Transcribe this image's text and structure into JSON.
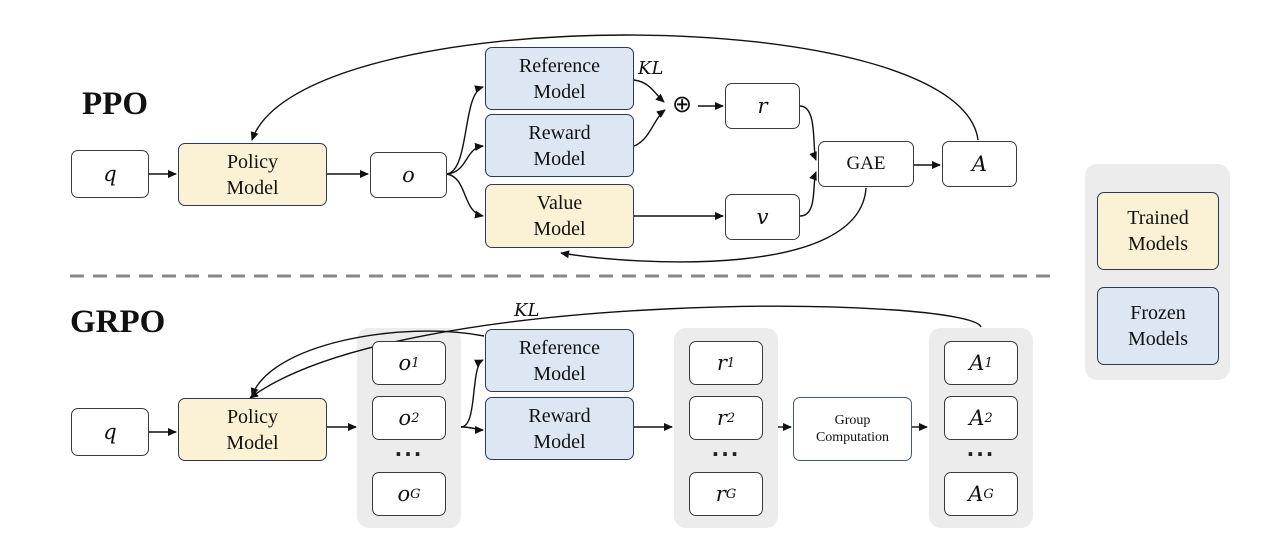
{
  "ppo": {
    "title": "PPO",
    "q": "q",
    "policy": "Policy\nModel",
    "o": "o",
    "reference": "Reference\nModel",
    "reward": "Reward\nModel",
    "value": "Value\nModel",
    "kl": "KL",
    "plus": "⊕",
    "r": "r",
    "v": "v",
    "gae": "GAE",
    "a": "A"
  },
  "grpo": {
    "title": "GRPO",
    "kl": "KL",
    "q": "q",
    "policy": "Policy\nModel",
    "reference": "Reference\nModel",
    "reward": "Reward\nModel",
    "group": "Group\nComputation",
    "o_items": [
      {
        "base": "o",
        "sub": "1"
      },
      {
        "base": "o",
        "sub": "2"
      },
      {
        "base": "o",
        "sub": "G"
      }
    ],
    "r_items": [
      {
        "base": "r",
        "sub": "1"
      },
      {
        "base": "r",
        "sub": "2"
      },
      {
        "base": "r",
        "sub": "G"
      }
    ],
    "a_items": [
      {
        "base": "A",
        "sub": "1"
      },
      {
        "base": "A",
        "sub": "2"
      },
      {
        "base": "A",
        "sub": "G"
      }
    ],
    "ellipsis": "···"
  },
  "legend": {
    "trained": "Trained\nModels",
    "frozen": "Frozen\nModels"
  },
  "colors": {
    "trained_fill": "#fbf1d4",
    "frozen_fill": "#dde7f4",
    "panel_gray": "#ececec",
    "divider": "#888888"
  }
}
